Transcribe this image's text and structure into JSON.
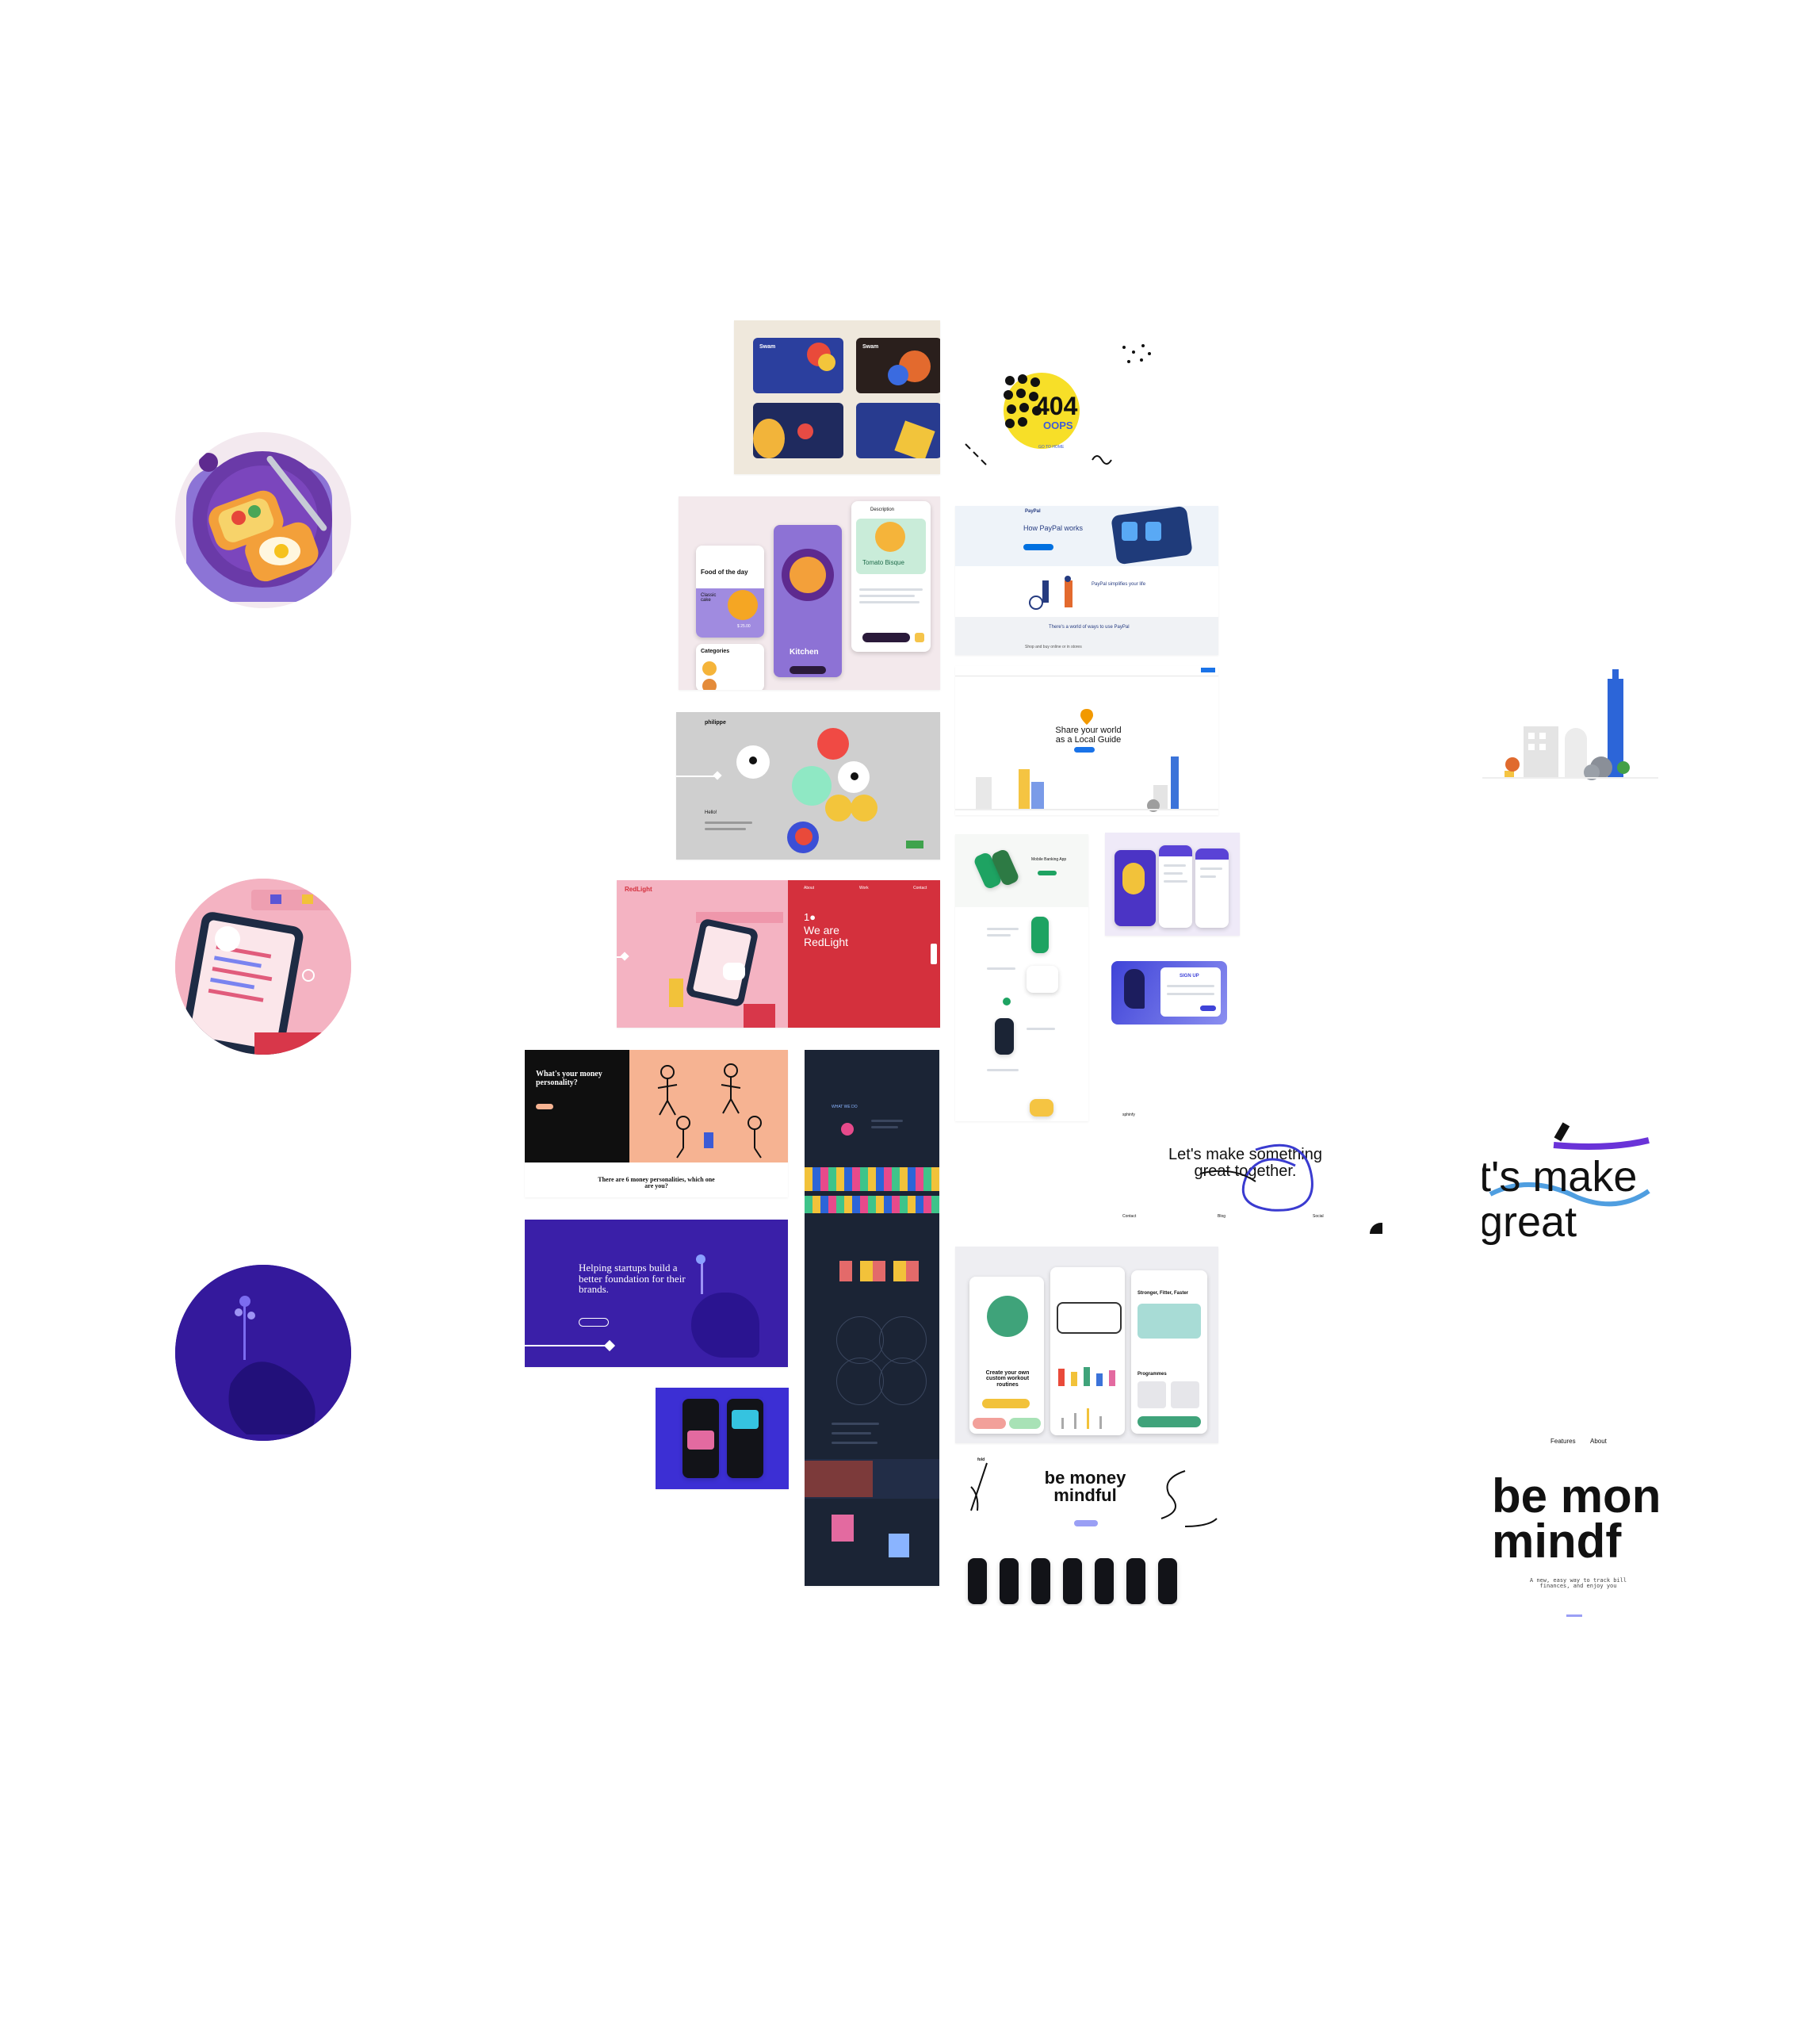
{
  "hero_circles": [
    {
      "name": "kitchen-app"
    },
    {
      "name": "redlight"
    },
    {
      "name": "startups"
    }
  ],
  "cards_tile": {
    "brand": "Swam"
  },
  "oops_tile": {
    "code": "404",
    "word": "OOPS",
    "link": "GO TO HOME"
  },
  "kitchen_tile": {
    "food_of_the_day": "Food of the day",
    "classic_cake": "Classic cake",
    "categories": "Categories",
    "tomato_bisque": "Tomato Bisque",
    "kitchen": "Kitchen",
    "description": "Description",
    "price": "$ 25.00"
  },
  "paypal_tile": {
    "brand": "PayPal",
    "headline": "How PayPal works",
    "subtitle": "PayPal simplifies your life",
    "section": "There's a world of ways to use PayPal",
    "strip": "Shop and buy online or in stores"
  },
  "philippe_tile": {
    "brand": "philippe",
    "tag": "Hello!"
  },
  "local_guide_tile": {
    "headline": "Share your world as a Local Guide"
  },
  "redlight_tile": {
    "brand": "RedLight",
    "tagline": "We are RedLight",
    "mark": "1●",
    "nav": [
      "About",
      "Work",
      "Contact"
    ]
  },
  "phones_tile": {
    "title": "Mobile Banking App"
  },
  "signup_tile": {
    "label": "SIGN UP"
  },
  "money_personality_tile": {
    "headline": "What's your money personality?",
    "subline": "There are 6 money personalities, which one are you?"
  },
  "dark_tile": {
    "label": "WHAT WE DO"
  },
  "startups_tile": {
    "headline": "Helping startups build a better foundation for their brands."
  },
  "make_tile": {
    "headline": "Let's make something great together.",
    "brand": "sphinfy",
    "cols": [
      "Contact",
      "Blog",
      "Social"
    ]
  },
  "workout_tile": {
    "headline": "Create your own custom workout routines",
    "subtitle": "Stronger, Fitter, Faster",
    "section": "Programmes"
  },
  "money_mindful_tile": {
    "headline": "be money mindful",
    "brand": "fold"
  },
  "right_column": {
    "make_crop": "t's make great",
    "mindful_nav": [
      "Features",
      "About"
    ],
    "mindful_crop": "be mon mindf",
    "mindful_desc": "A new, easy way to track bill finances, and enjoy you"
  },
  "colors": {
    "purple": "#8c74d6",
    "pink": "#f2aab9",
    "red": "#d4303d",
    "indigo": "#3a1fa8",
    "navy": "#1b2435",
    "peach": "#f6b392",
    "blue": "#2c65d8"
  }
}
